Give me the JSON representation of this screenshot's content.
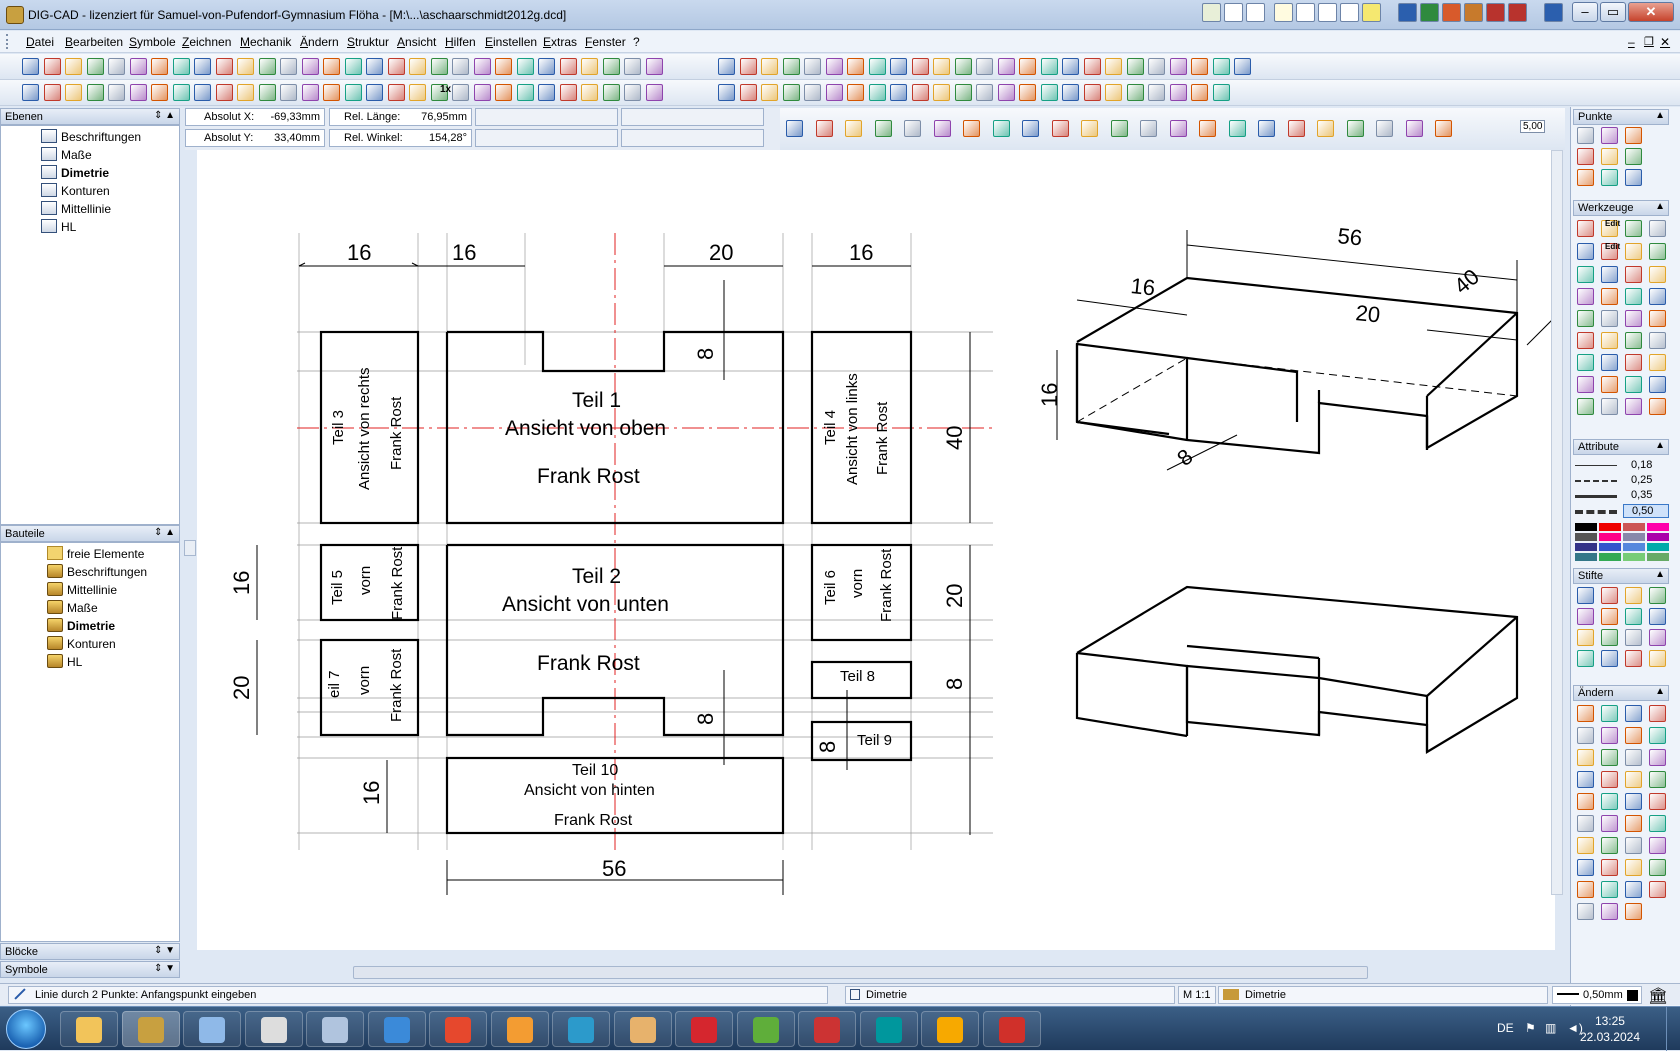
{
  "window": {
    "title": "DIG-CAD - lizenziert für Samuel-von-Pufendorf-Gymnasium Flöha - [M:\\...\\aschaarschmidt2012g.dcd]",
    "min": "–",
    "max": "▭",
    "close": "✕"
  },
  "menu": [
    "Datei",
    "Bearbeiten",
    "Symbole",
    "Zeichnen",
    "Mechanik",
    "Ändern",
    "Struktur",
    "Ansicht",
    "Hilfen",
    "Einstellen",
    "Extras",
    "Fenster",
    "?"
  ],
  "ebenen": {
    "title": "Ebenen",
    "items": [
      {
        "label": "Beschriftungen",
        "bold": false
      },
      {
        "label": "Maße",
        "bold": false
      },
      {
        "label": "Dimetrie",
        "bold": true
      },
      {
        "label": "Konturen",
        "bold": false
      },
      {
        "label": "Mittellinie",
        "bold": false
      },
      {
        "label": "HL",
        "bold": false
      }
    ]
  },
  "bauteile": {
    "title": "Bauteile",
    "items": [
      {
        "label": "freie Elemente",
        "bold": false,
        "icon": "folder"
      },
      {
        "label": "Beschriftungen",
        "bold": false,
        "icon": "part"
      },
      {
        "label": "Mittellinie",
        "bold": false,
        "icon": "part"
      },
      {
        "label": "Maße",
        "bold": false,
        "icon": "part"
      },
      {
        "label": "Dimetrie",
        "bold": true,
        "icon": "part"
      },
      {
        "label": "Konturen",
        "bold": false,
        "icon": "part"
      },
      {
        "label": "HL",
        "bold": false,
        "icon": "part"
      }
    ]
  },
  "bottom_panels": {
    "bloecke": "Blöcke",
    "symbole": "Symbole"
  },
  "coords": {
    "abs_x_label": "Absolut X:",
    "abs_x": "-69,33mm",
    "abs_y_label": "Absolut Y:",
    "abs_y": "33,40mm",
    "rel_len_label": "Rel. Länge:",
    "rel_len": "76,95mm",
    "rel_angle_label": "Rel. Winkel:",
    "rel_angle": "154,28°"
  },
  "toolbar_zoom": {
    "one_x": "1x",
    "value": "5,00"
  },
  "right_panels": {
    "punkte": "Punkte",
    "werkzeuge": "Werkzeuge",
    "attribute": "Attribute",
    "stifte": "Stifte",
    "aendern": "Ändern",
    "edit1": "Edit",
    "edit2": "Edit"
  },
  "linewidths": [
    "0,18",
    "0,25",
    "0,35",
    "0,50"
  ],
  "drawing": {
    "dims": {
      "d16a": "16",
      "d16b": "16",
      "d20a": "20",
      "d16c": "16",
      "d8a": "8",
      "d40": "40",
      "d16d": "16",
      "d20b": "20",
      "d20c": "20",
      "d8b": "8",
      "d8c": "8",
      "d8d": "8",
      "d16e": "16",
      "d56": "56"
    },
    "teil1": {
      "l1": "Teil 1",
      "l2": "Ansicht von oben",
      "l3": "Frank Rost"
    },
    "teil2": {
      "l1": "Teil 2",
      "l2": "Ansicht von unten",
      "l3": "Frank Rost"
    },
    "teil3": {
      "l1": "Teil 3",
      "l2": "Ansicht von rechts",
      "l3": "Frank Rost"
    },
    "teil4": {
      "l1": "Teil 4",
      "l2": "Ansicht von links",
      "l3": "Frank Rost"
    },
    "teil5": {
      "l1": "Teil 5",
      "l2": "vorn",
      "l3": "Frank Rost"
    },
    "teil6": {
      "l1": "Teil 6",
      "l2": "vorn",
      "l3": "Frank Rost"
    },
    "teil7": {
      "l1": "eil 7",
      "l2": "vorn",
      "l3": "Frank Rost"
    },
    "teil8": "Teil 8",
    "teil9": "Teil 9",
    "teil10": {
      "l1": "Teil 10",
      "l2": "Ansicht von hinten",
      "l3": "Frank Rost"
    },
    "iso": {
      "d56": "56",
      "d16": "16",
      "d40": "40",
      "d20": "20",
      "d16v": "16",
      "d8": "8"
    }
  },
  "status": {
    "hint": "Linie durch 2 Punkte: Anfangspunkt eingeben",
    "layer": "Dimetrie",
    "scale": "M 1:1",
    "part": "Dimetrie",
    "pen": "0,50mm"
  },
  "taskbar": {
    "lang": "DE",
    "time": "13:25",
    "date": "22.03.2024"
  }
}
